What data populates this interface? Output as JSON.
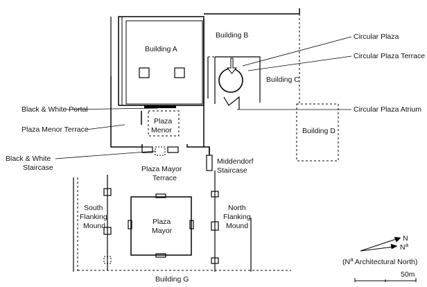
{
  "labels": {
    "building_a": "Building A",
    "building_b": "Building B",
    "building_c": "Building C",
    "building_d": "Building D",
    "building_g": "Building G",
    "circular_plaza": "Circular Plaza",
    "circular_plaza_terrace": "Circular Plaza Terrace",
    "circular_plaza_atrium": "Circular Plaza Atrium",
    "black_white_portal": "Black & White Portal",
    "plaza_menor_terrace": "Plaza Menor Terrace",
    "plaza_menor_line1": "Plaza",
    "plaza_menor_line2": "Menor",
    "staircase_bw_line1": "Black & White",
    "staircase_bw_line2": "Staircase",
    "middendorf_line1": "Middendorf",
    "middendorf_line2": "Staircase",
    "plaza_mayor_terrace_line1": "Plaza Mayor",
    "plaza_mayor_terrace_line2": "Terrace",
    "plaza_mayor_line1": "Plaza",
    "plaza_mayor_line2": "Mayor",
    "south_mound_line1": "South",
    "south_mound_line2": "Flanking",
    "south_mound_line3": "Mound",
    "north_mound_line1": "North",
    "north_mound_line2": "Flanking",
    "north_mound_line3": "Mound"
  },
  "north_arrow": {
    "n_label": "N",
    "na_label": "N",
    "na_superscript": "a",
    "note_prefix": "(N",
    "note_superscript": "a",
    "note_suffix": " Architectural North)"
  },
  "scale_bar": {
    "label": "50m"
  }
}
